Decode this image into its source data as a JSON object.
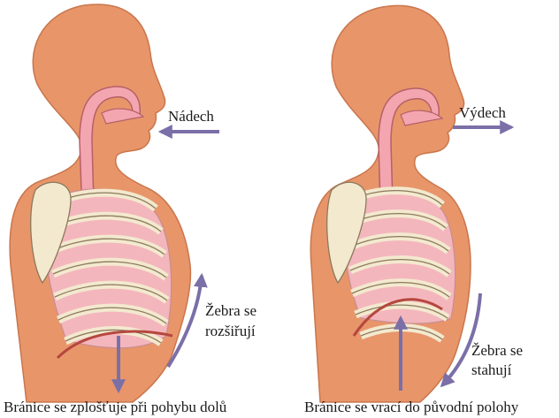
{
  "colors": {
    "skin": "#e8956a",
    "skin_outline": "#c9764c",
    "airway": "#f4a6b0",
    "airway_outline": "#b56068",
    "lung": "#f4b6bd",
    "rib": "#f3e9cf",
    "rib_outline": "#8a7a5c",
    "diaphragm": "#b5473f",
    "arrow": "#7b6fa8"
  },
  "left": {
    "label": "Nádech",
    "ribs_label_line1": "Žebra se",
    "ribs_label_line2": "rozšiřují",
    "caption": "Bránice se zplošťuje při pohybu dolů"
  },
  "right": {
    "label": "Výdech",
    "ribs_label_line1": "Žebra se",
    "ribs_label_line2": "stahují",
    "caption": "Bránice se vrací do původní polohy"
  }
}
